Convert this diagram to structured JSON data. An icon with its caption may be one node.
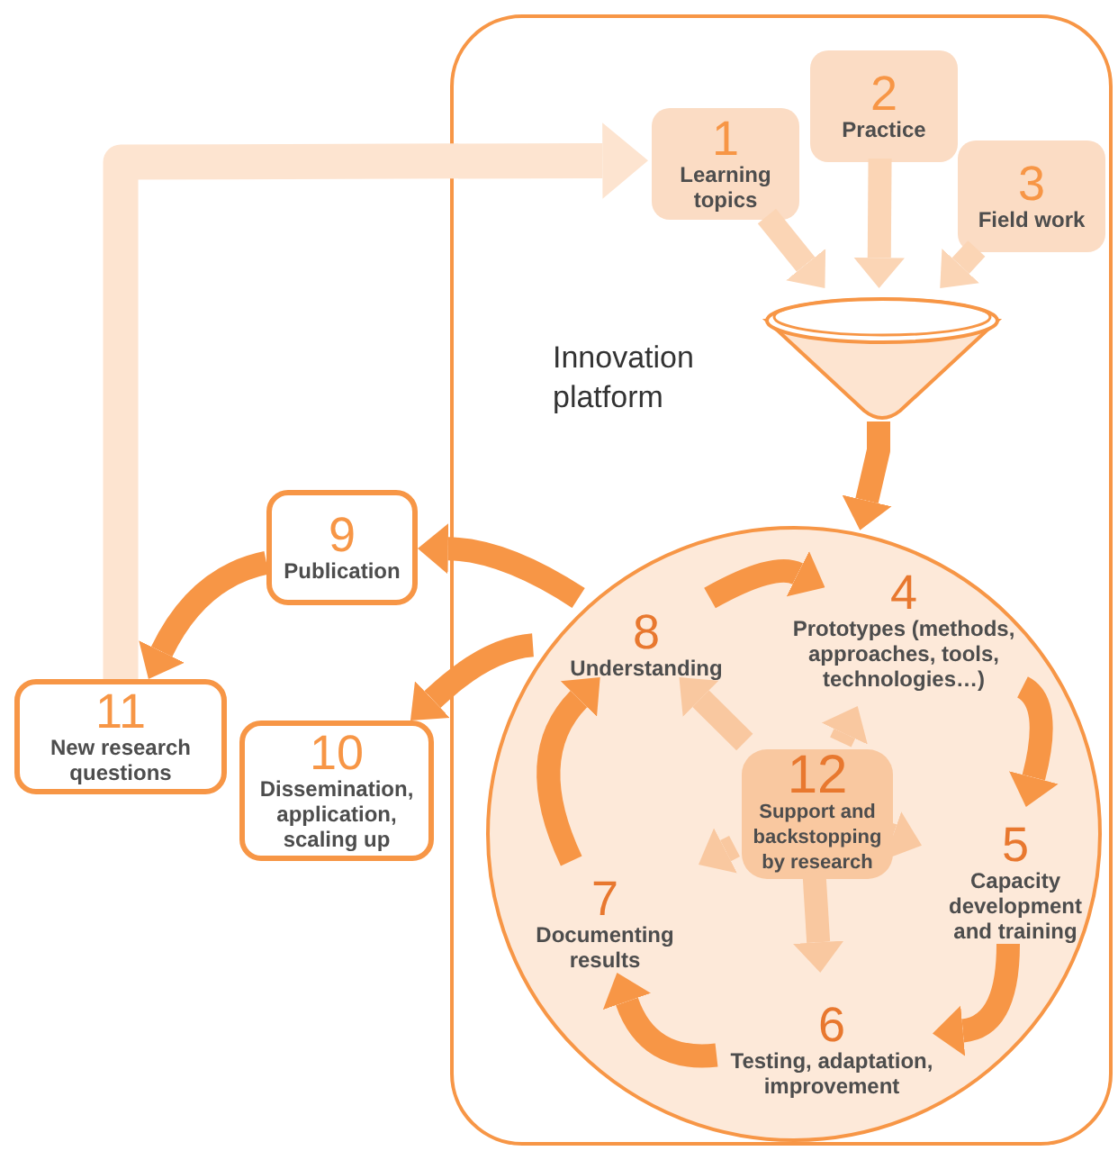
{
  "diagram": {
    "nodes": [
      {
        "text": [
          "Innovation platform"
        ]
      },
      {
        "text": [
          "1",
          "Learning topics"
        ],
        "in": 0
      },
      {
        "text": [
          "2",
          "Practice"
        ],
        "in": 0
      },
      {
        "text": [
          "3",
          "Field work"
        ],
        "in": 0
      },
      {
        "text": [],
        "shape": "funnel",
        "in": 0
      },
      {
        "text": [],
        "shape": "circle",
        "in": 0
      },
      {
        "text": [
          "4",
          "Prototypes (methods, approaches, tools, technologies…)"
        ],
        "in": 5
      },
      {
        "text": [
          "5",
          "Capacity development and training"
        ],
        "in": 5
      },
      {
        "text": [
          "6",
          "Testing, adaptation, improvement"
        ],
        "in": 5
      },
      {
        "text": [
          "7",
          "Documenting results"
        ],
        "in": 5
      },
      {
        "text": [
          "8",
          "Understanding"
        ],
        "in": 5
      },
      {
        "text": [
          "12",
          "Support and backstopping by research"
        ],
        "in": 5
      },
      {
        "text": [
          "9",
          "Publication"
        ]
      },
      {
        "text": [
          "10",
          "Dissemination, application, scaling up"
        ]
      },
      {
        "text": [
          "11",
          "New research questions"
        ]
      }
    ],
    "edges": [
      {
        "from": 1,
        "to": 4,
        "arrow": "to",
        "color": "#fbd5b5"
      },
      {
        "from": 2,
        "to": 4,
        "arrow": "to",
        "color": "#fbd5b5"
      },
      {
        "from": 3,
        "to": 4,
        "arrow": "to",
        "color": "#fbd5b5"
      },
      {
        "from": 4,
        "to": 5,
        "arrow": "to"
      },
      {
        "from": 10,
        "to": 6,
        "arrow": "to"
      },
      {
        "from": 6,
        "to": 7,
        "arrow": "to"
      },
      {
        "from": 7,
        "to": 8,
        "arrow": "to"
      },
      {
        "from": 8,
        "to": 9,
        "arrow": "to"
      },
      {
        "from": 9,
        "to": 10,
        "arrow": "to"
      },
      {
        "from": 10,
        "to": 12,
        "arrow": "to"
      },
      {
        "from": 10,
        "to": 13,
        "arrow": "to"
      },
      {
        "from": 12,
        "to": 14,
        "arrow": "to"
      },
      {
        "from": 14,
        "to": 1,
        "arrow": "to",
        "color": "#fde4d0"
      },
      {
        "from": 11,
        "to": 6,
        "arrow": "to",
        "color": "#f9c8a0"
      },
      {
        "from": 11,
        "to": 7,
        "arrow": "to",
        "color": "#f9c8a0"
      },
      {
        "from": 11,
        "to": 8,
        "arrow": "to",
        "color": "#f9c8a0"
      },
      {
        "from": 11,
        "to": 9,
        "arrow": "to",
        "color": "#f9c8a0"
      },
      {
        "from": 11,
        "to": 10,
        "arrow": "to",
        "color": "#f9c8a0"
      }
    ]
  }
}
